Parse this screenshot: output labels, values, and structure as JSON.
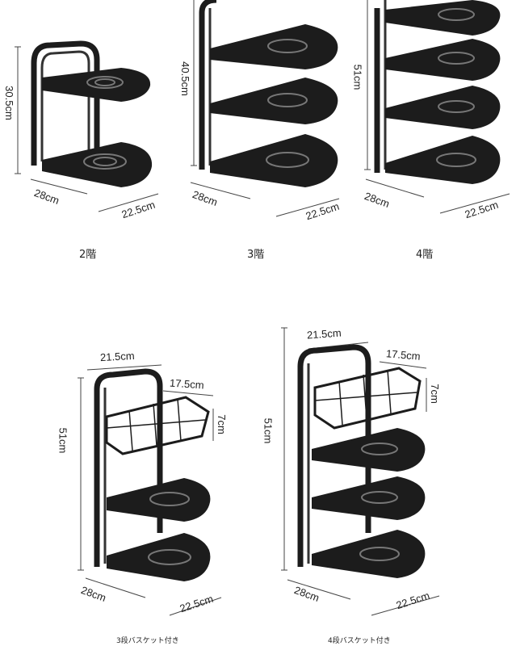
{
  "rack_2": {
    "height": "30.5cm",
    "depth": "28cm",
    "width": "22.5cm",
    "caption": "2階"
  },
  "rack_3": {
    "height": "40.5cm",
    "depth": "28cm",
    "width": "22.5cm",
    "caption": "3階"
  },
  "rack_4": {
    "height": "51cm",
    "depth": "28cm",
    "width": "22.5cm",
    "caption": "4階"
  },
  "rack_3_basket": {
    "top_width": "21.5cm",
    "basket_width": "17.5cm",
    "basket_height": "7cm",
    "height": "51cm",
    "depth": "28cm",
    "width": "22.5cm",
    "caption": "3段バスケット付き"
  },
  "rack_4_basket": {
    "top_width": "21.5cm",
    "basket_width": "17.5cm",
    "basket_height": "7cm",
    "height": "51cm",
    "depth": "28cm",
    "width": "22.5cm",
    "caption": "4段バスケット付き"
  },
  "colors": {
    "metal": "#1c1c1c",
    "dimension_line": "#444444",
    "background": "#ffffff"
  }
}
